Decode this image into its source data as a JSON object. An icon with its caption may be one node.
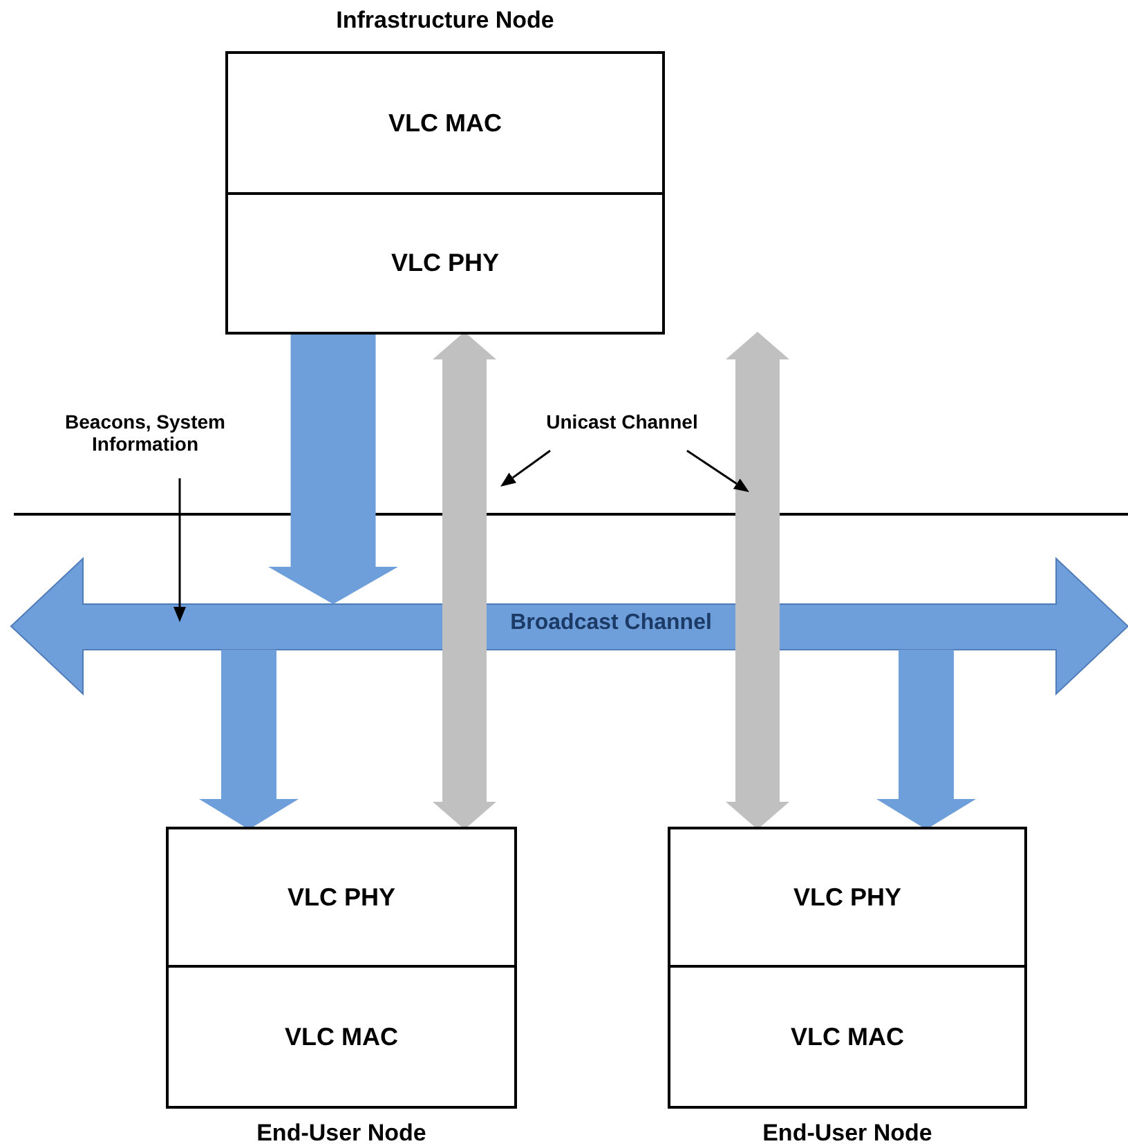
{
  "diagram": {
    "nodes": [
      {
        "text": [
          "Infrastructure Node"
        ]
      },
      {
        "text": [
          "VLC MAC"
        ],
        "in": 0
      },
      {
        "text": [
          "VLC PHY"
        ],
        "in": 0
      },
      {
        "text": [
          "Broadcast Channel"
        ]
      },
      {
        "text": [
          "End-User Node"
        ]
      },
      {
        "text": [
          "VLC PHY"
        ],
        "in": 4
      },
      {
        "text": [
          "VLC MAC"
        ],
        "in": 4
      },
      {
        "text": [
          "End-User Node"
        ]
      },
      {
        "text": [
          "VLC PHY"
        ],
        "in": 7
      },
      {
        "text": [
          "VLC MAC"
        ],
        "in": 7
      },
      {
        "text": [
          "Beacons, System Information"
        ]
      },
      {
        "text": [
          "Unicast Channel"
        ]
      }
    ],
    "edges": [
      {
        "from": 2,
        "to": 3,
        "arrow": "to",
        "style": "thick"
      },
      {
        "from": 3,
        "to": 5,
        "arrow": "to"
      },
      {
        "from": 3,
        "to": 8,
        "arrow": "to"
      },
      {
        "from": 2,
        "to": 5,
        "arrow": "both",
        "color": "#c0c0c0"
      },
      {
        "from": 2,
        "to": 8,
        "arrow": "both",
        "color": "#c0c0c0"
      },
      {
        "from": 10,
        "to": 3,
        "arrow": "to",
        "color": "#000000"
      },
      {
        "from": 11,
        "to": null,
        "arrow": "to",
        "color": "#000000"
      },
      {
        "from": 11,
        "to": null,
        "arrow": "to",
        "color": "#000000"
      }
    ]
  }
}
